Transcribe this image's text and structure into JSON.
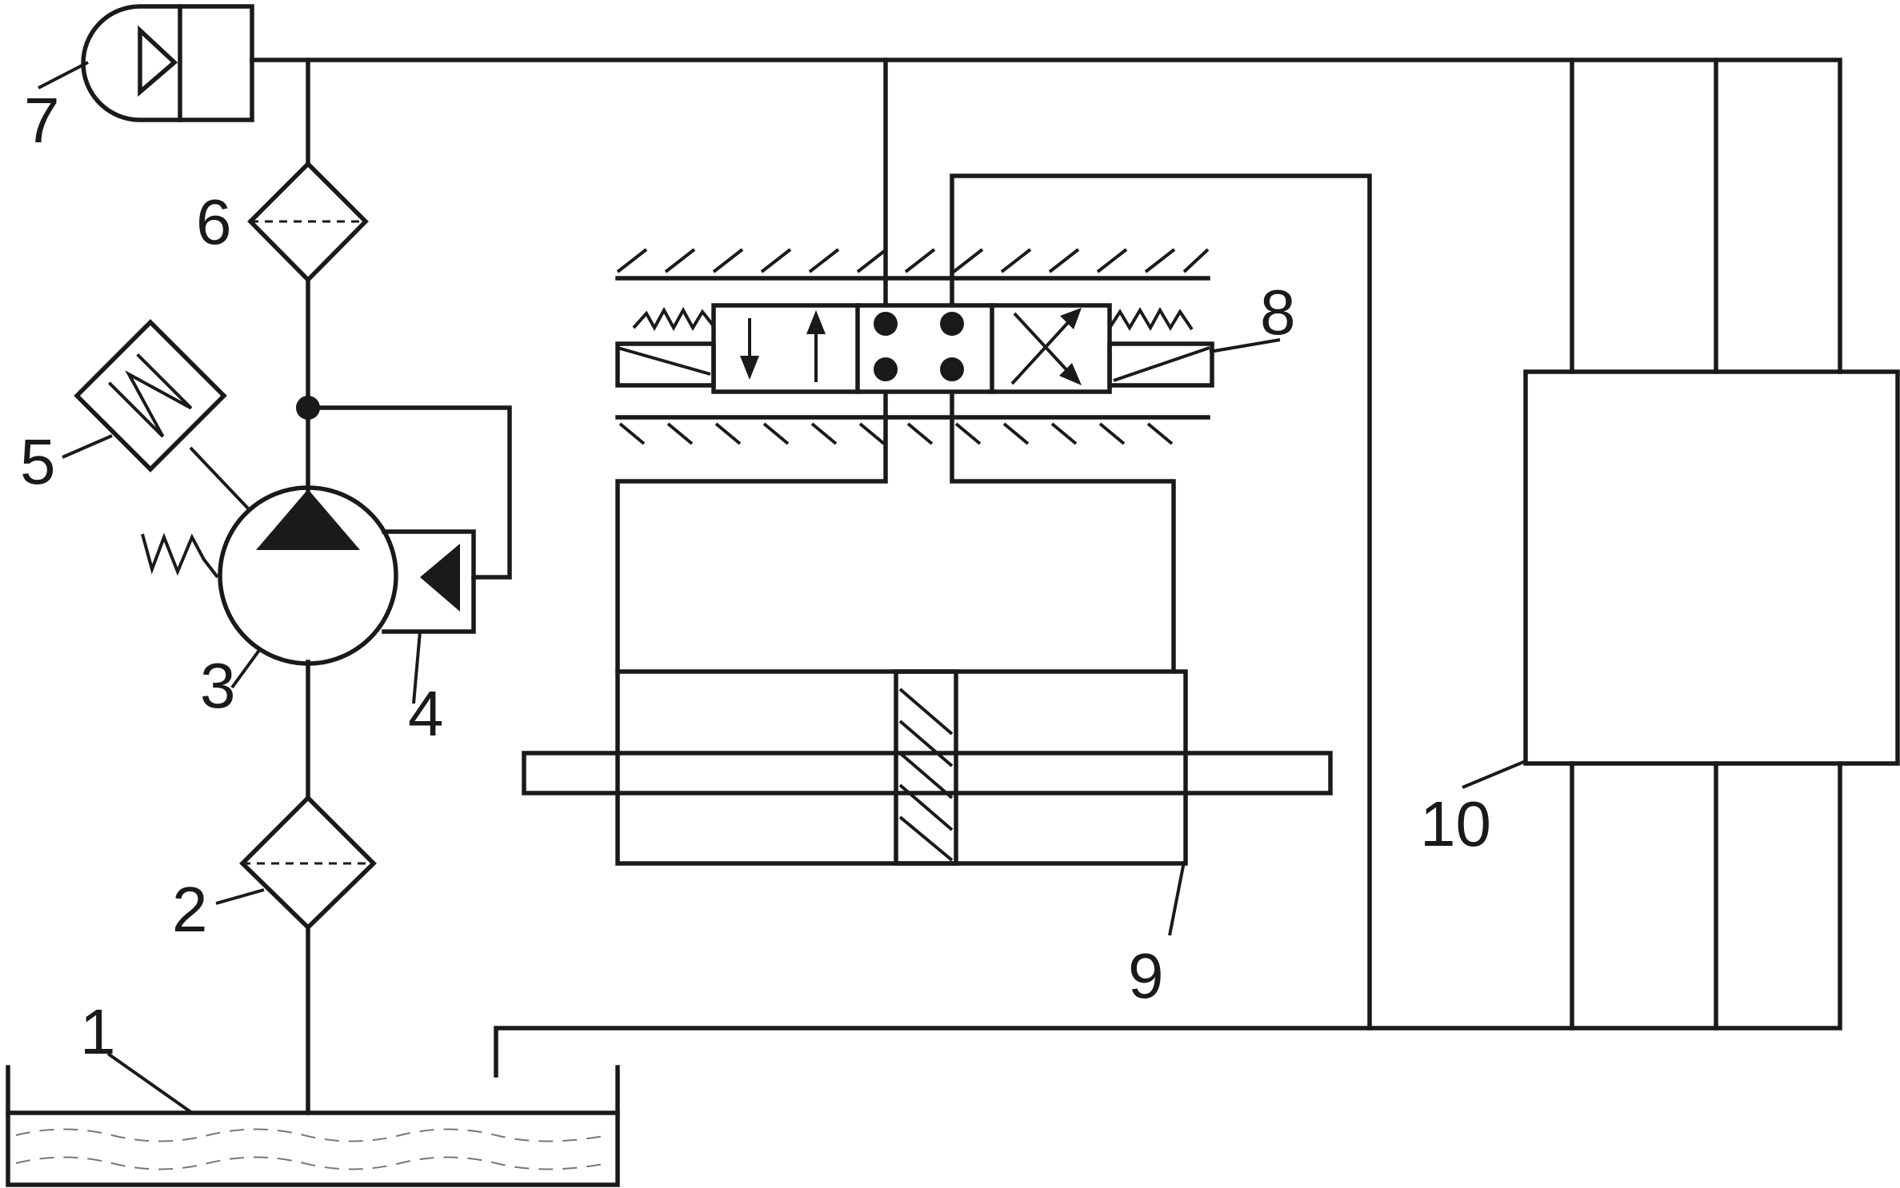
{
  "labels": {
    "reservoir": "1",
    "suction_filter": "2",
    "pump": "3",
    "pump_regulator": "4",
    "motor": "5",
    "pressure_filter": "6",
    "accumulator": "7",
    "servo_valve": "8",
    "actuator": "9",
    "block_10": "10"
  },
  "colors": {
    "line": "#1a1a1a",
    "background": "#ffffff"
  }
}
